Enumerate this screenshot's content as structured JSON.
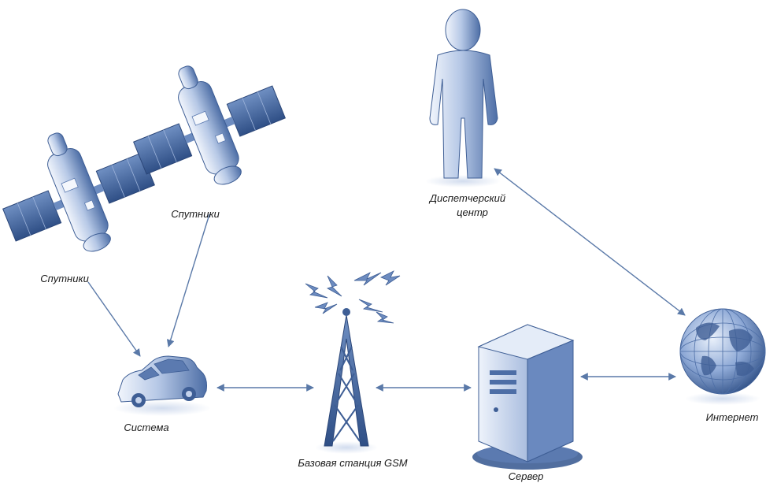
{
  "nodes": {
    "satellite_left": {
      "label": "Спутники",
      "icon": "satellite-icon"
    },
    "satellite_right": {
      "label": "Спутники",
      "icon": "satellite-icon"
    },
    "dispatcher": {
      "label_line1": "Диспетчерский",
      "label_line2": "центр",
      "icon": "person-icon"
    },
    "system": {
      "label": "Система",
      "icon": "car-icon"
    },
    "base_station": {
      "label": "Базовая станция GSM",
      "icon": "radio-tower-icon"
    },
    "server": {
      "label": "Сервер",
      "icon": "server-icon"
    },
    "internet": {
      "label": "Интернет",
      "icon": "globe-icon"
    }
  },
  "colors": {
    "icon_light": "#dbe6f6",
    "icon_mid": "#8fa8d2",
    "icon_dark": "#3e5e95",
    "connector": "#5a79a8"
  }
}
